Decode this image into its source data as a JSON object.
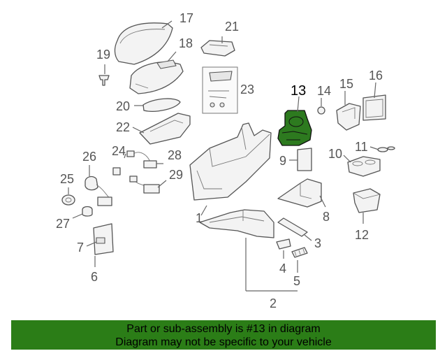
{
  "highlight_color": "#2b7d17",
  "callouts": [
    "1",
    "2",
    "3",
    "4",
    "5",
    "6",
    "7",
    "8",
    "9",
    "10",
    "11",
    "12",
    "13",
    "14",
    "15",
    "16",
    "17",
    "18",
    "19",
    "20",
    "21",
    "22",
    "23",
    "24",
    "25",
    "26",
    "27",
    "28",
    "29"
  ],
  "highlighted_part": "13",
  "banner": {
    "line1": "Part or sub-assembly is #13 in diagram",
    "line2": "Diagram may not be specific to your vehicle"
  }
}
